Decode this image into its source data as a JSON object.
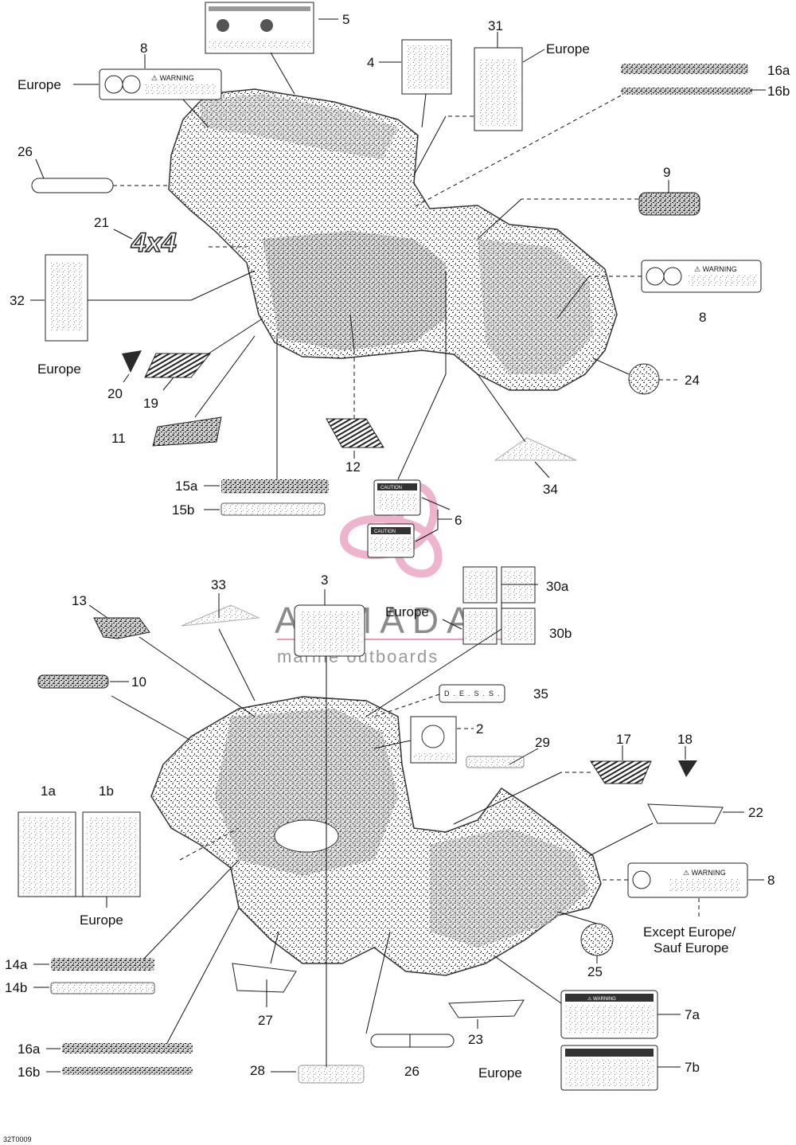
{
  "labels": {
    "l5": "5",
    "l8_top": "8",
    "l4": "4",
    "l31": "31",
    "l16a_top": "16a",
    "l16b_top": "16b",
    "l26_top": "26",
    "l9": "9",
    "l21": "21",
    "l32": "32",
    "l8_mid": "8",
    "l24": "24",
    "l20": "20",
    "l19": "19",
    "l11": "11",
    "l12": "12",
    "l34": "34",
    "l15a": "15a",
    "l15b": "15b",
    "l6": "6",
    "l13": "13",
    "l33": "33",
    "l3": "3",
    "l30a": "30a",
    "l30b": "30b",
    "l10": "10",
    "l35": "35",
    "l2": "2",
    "l29": "29",
    "l17": "17",
    "l18": "18",
    "l22": "22",
    "l1a": "1a",
    "l1b": "1b",
    "l8_bot": "8",
    "l25": "25",
    "l14a": "14a",
    "l14b": "14b",
    "l27": "27",
    "l23": "23",
    "l7a": "7a",
    "l16a_bot": "16a",
    "l16b_bot": "16b",
    "l28": "28",
    "l26_bot": "26",
    "l7b": "7b"
  },
  "regions": {
    "europe_8": "Europe",
    "europe_31": "Europe",
    "europe_32": "Europe",
    "europe_30": "Europe",
    "europe_1": "Europe",
    "europe_bottom": "Europe",
    "except_europe_1": "Except Europe/",
    "except_europe_2": "Sauf Europe"
  },
  "decal_text": {
    "warning": "⚠ WARNING",
    "caution": "CAUTION",
    "dess": "D.E.S.S.",
    "logo_4x4": "4x4"
  },
  "watermark": {
    "brand": "ARMADA",
    "tagline": "marine outboards"
  },
  "figure_code": "32T0009",
  "colors": {
    "line": "#111111",
    "watermark_pink": "#e58ab0",
    "watermark_gray": "#777777"
  }
}
